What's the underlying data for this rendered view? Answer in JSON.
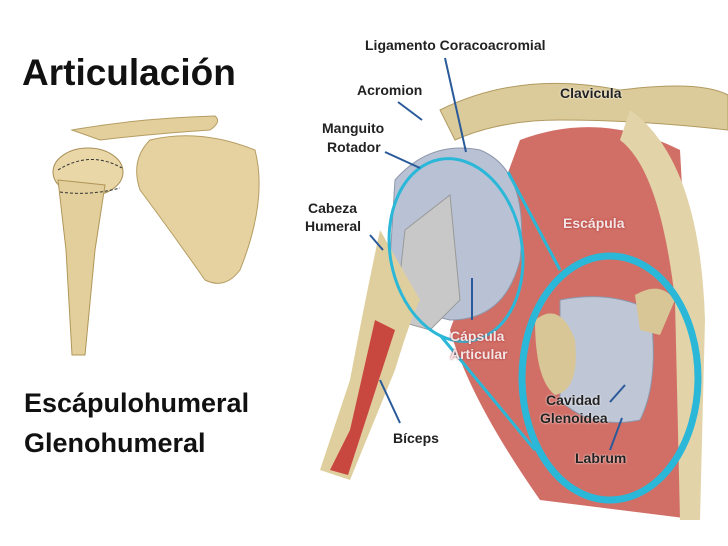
{
  "slide": {
    "title": "Articulación",
    "subtitle_lines": [
      "Escápulohumeral",
      "Glenohumeral"
    ]
  },
  "diagram": {
    "labels": {
      "ligamento": "Ligamento Coracoacromial",
      "acromion": "Acromion",
      "clavicula": "Clavicula",
      "manguito_1": "Manguito",
      "manguito_2": "Rotador",
      "cabeza_1": "Cabeza",
      "cabeza_2": "Humeral",
      "escapula": "Escápula",
      "capsula_1": "Cápsula",
      "capsula_2": "Articular",
      "biceps": "Bíceps",
      "cavidad_1": "Cavidad",
      "cavidad_2": "Glenoidea",
      "labrum": "Labrum"
    },
    "colors": {
      "highlight": "#2bb8d8",
      "bone": "#e2cf9e",
      "muscle": "#c9473f",
      "leader": "#2a5a9a"
    }
  }
}
